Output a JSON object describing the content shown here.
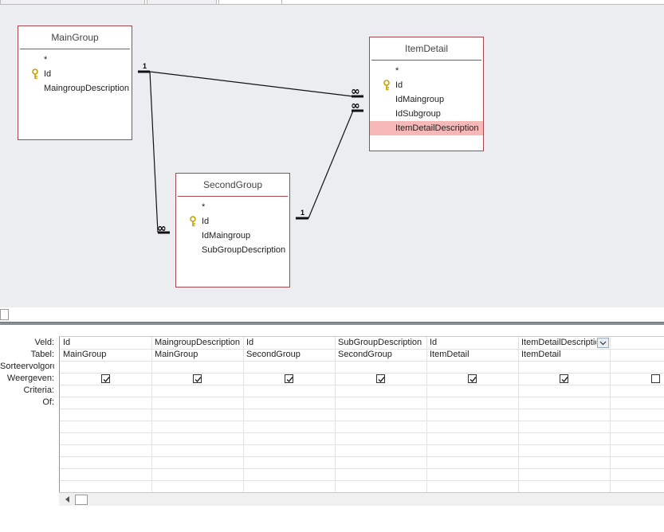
{
  "tables": {
    "maingroup": {
      "title": "MainGroup",
      "fields": [
        "*",
        "Id",
        "MaingroupDescription"
      ],
      "key_field": 1
    },
    "itemdetail": {
      "title": "ItemDetail",
      "fields": [
        "*",
        "Id",
        "IdMaingroup",
        "IdSubgroup",
        "ItemDetailDescription"
      ],
      "key_field": 1,
      "selected_field": 4
    },
    "secondgroup": {
      "title": "SecondGroup",
      "fields": [
        "*",
        "Id",
        "IdMaingroup",
        "SubGroupDescription"
      ],
      "key_field": 1
    }
  },
  "relationships": {
    "one_label": "1",
    "many_label": "∞"
  },
  "qbe": {
    "row_labels": [
      "Veld:",
      "Tabel:",
      "Sorteervolgorde:",
      "Weergeven:",
      "Criteria:",
      "Of:"
    ],
    "columns": [
      {
        "field": "Id",
        "table": "MainGroup",
        "show": true
      },
      {
        "field": "MaingroupDescription",
        "table": "MainGroup",
        "show": true
      },
      {
        "field": "Id",
        "table": "SecondGroup",
        "show": true
      },
      {
        "field": "SubGroupDescription",
        "table": "SecondGroup",
        "show": true
      },
      {
        "field": "Id",
        "table": "ItemDetail",
        "show": true
      },
      {
        "field": "ItemDetailDescription",
        "table": "ItemDetail",
        "show": true
      },
      {
        "field": "",
        "table": "",
        "show": false
      }
    ]
  },
  "colors": {
    "table_border": "#a8484e",
    "selected_field": "#f7b8b8",
    "design_bg": "#ebedf0"
  },
  "icons": {
    "key": "key-icon",
    "dropdown": "chevron-down-icon",
    "scroll_left": "arrow-left-icon"
  }
}
